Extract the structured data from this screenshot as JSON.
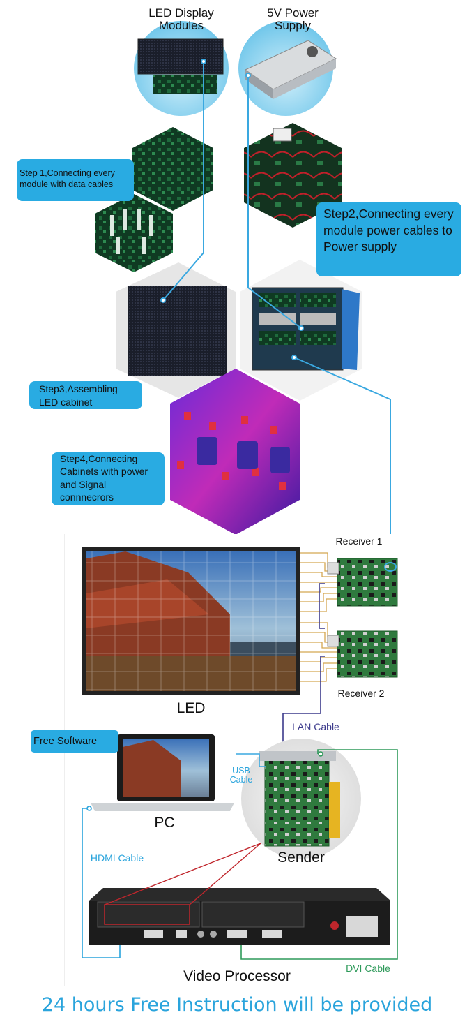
{
  "top": {
    "led_modules_label": "LED Display\nModules",
    "power_supply_label": "5V Power\nSupply"
  },
  "steps": {
    "step1": "Step 1,Connecting every module with data cables",
    "step2": "Step2,Connecting every module power cables to Power supply",
    "step3": "Step3,Assembling LED cabinet",
    "step4": "Step4,Connecting Cabinets with power and Signal connnecrors"
  },
  "system": {
    "receiver1": "Receiver 1",
    "receiver2": "Receiver 2",
    "led": "LED",
    "lan_cable": "LAN Cable",
    "free_software": "Free Software",
    "usb_cable": "USB\nCable",
    "pc": "PC",
    "sender": "Sender",
    "hdmi_cable": "HDMI Cable",
    "video_processor": "Video Processor",
    "dvi_cable": "DVI Cable"
  },
  "footer": "24 hours Free Instruction will be provided",
  "colors": {
    "accent_blue": "#29abe2",
    "line_blue": "#3aa8e0",
    "lan_line": "#3c3a8c",
    "dvi_line": "#2e9a5a",
    "hdmi_line": "#2aa4dc",
    "footer_text": "#2aa4dc"
  }
}
